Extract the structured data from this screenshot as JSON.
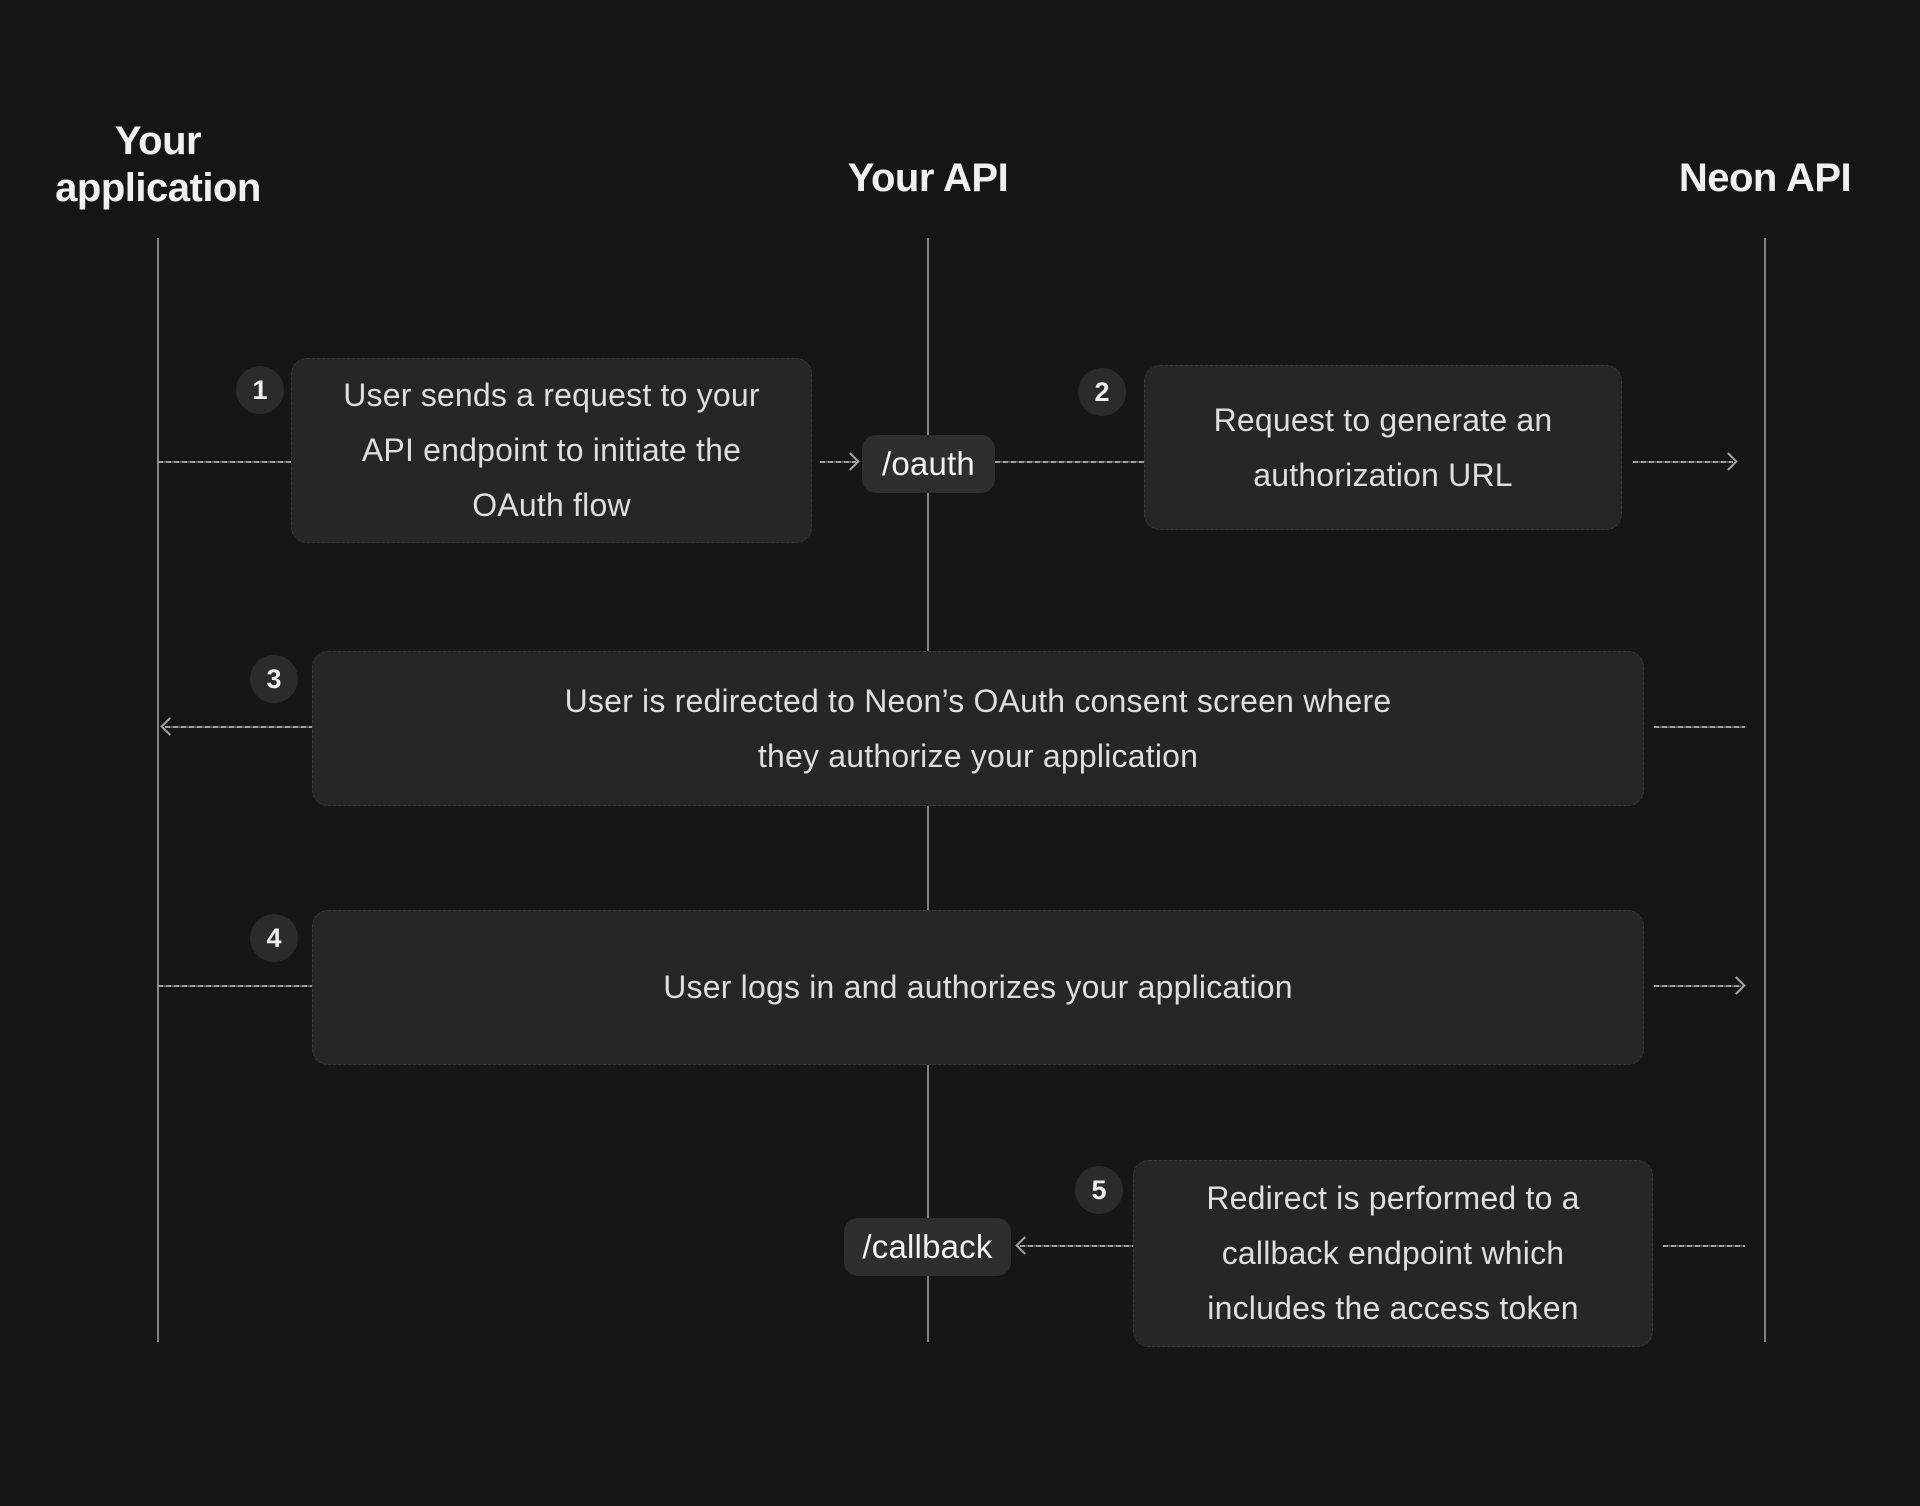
{
  "diagram": {
    "participants": [
      {
        "id": "your-application",
        "label": "Your application",
        "lines": [
          "Your",
          "application"
        ]
      },
      {
        "id": "your-api",
        "label": "Your API",
        "lines": [
          "Your API"
        ]
      },
      {
        "id": "neon-api",
        "label": "Neon API",
        "lines": [
          "Neon API"
        ]
      }
    ],
    "endpoints": [
      {
        "label": "/oauth"
      },
      {
        "label": "/callback"
      }
    ],
    "steps": [
      {
        "number": "1",
        "lines": [
          "User sends a request to your",
          "API endpoint to initiate the",
          "OAuth flow"
        ]
      },
      {
        "number": "2",
        "lines": [
          "Request to generate an",
          "authorization URL"
        ]
      },
      {
        "number": "3",
        "lines": [
          "User is redirected to Neon’s OAuth consent screen where",
          "they authorize your application"
        ]
      },
      {
        "number": "4",
        "lines": [
          "User logs in and authorizes your application"
        ]
      },
      {
        "number": "5",
        "lines": [
          "Redirect is performed to a",
          "callback endpoint which",
          "includes the access token"
        ]
      }
    ],
    "colors": {
      "background": "#161616",
      "box_fill": "#262626",
      "box_border": "#3a3a3a",
      "pill_fill": "#2e2e2e",
      "badge_fill": "#2b2b2b",
      "lifeline": "#828282",
      "message_line": "#9f9f9f",
      "title_text": "#f0f0f0",
      "body_text": "#dedede"
    }
  }
}
